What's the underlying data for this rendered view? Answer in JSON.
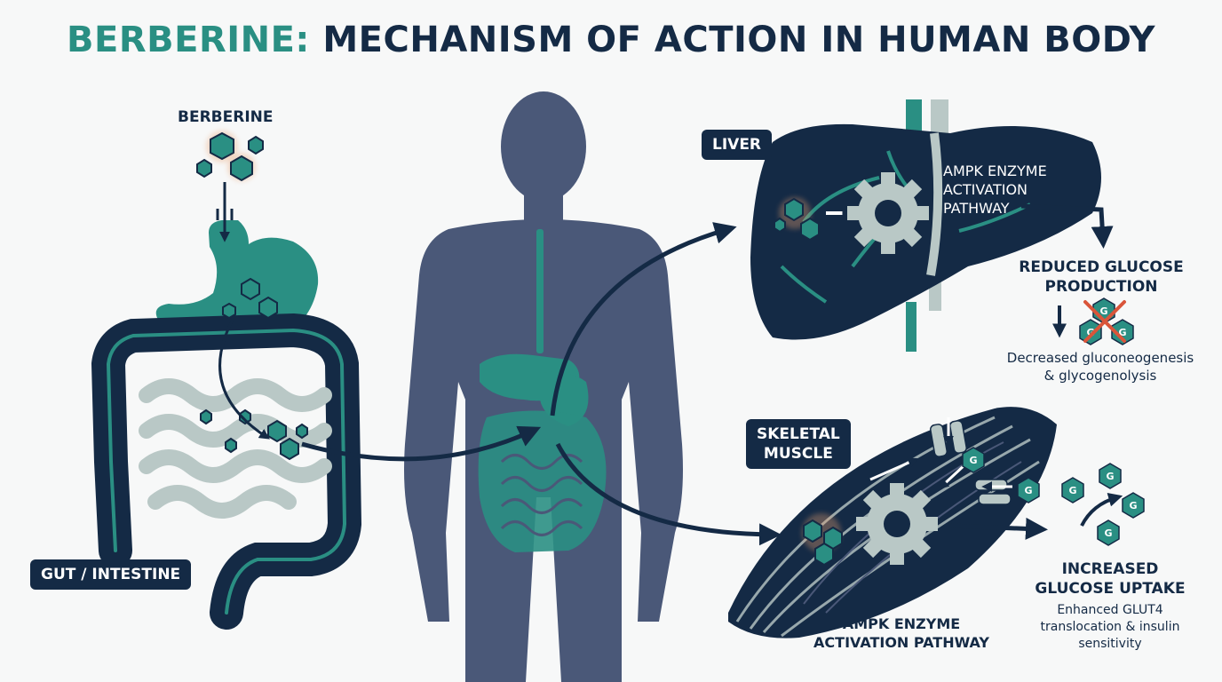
{
  "title": {
    "part1": "BERBERINE:",
    "part2": "MECHANISM OF ACTION IN HUMAN BODY"
  },
  "labels": {
    "berberine": "BERBERINE",
    "gut": "GUT / INTESTINE",
    "liver": "LIVER",
    "skeletal_line1": "SKELETAL",
    "skeletal_line2": "MUSCLE",
    "liver_pathway_line1": "AMPK ENZYME",
    "liver_pathway_line2": "ACTIVATION",
    "liver_pathway_line3": "PATHWAY",
    "reduced_line1": "REDUCED GLUCOSE",
    "reduced_line2": "PRODUCTION",
    "decreased_line1": "Decreased gluconeogenesis",
    "decreased_line2": "& glycogenolysis",
    "muscle_pathway_line1": "AMPK ENZYME",
    "muscle_pathway_line2": "ACTIVATION PATHWAY",
    "increased_line1": "INCREASED",
    "increased_line2": "GLUCOSE UPTAKE",
    "enhanced_line1": "Enhanced GLUT4",
    "enhanced_line2": "translocation & insulin",
    "enhanced_line3": "sensitivity",
    "glucose_letter": "G"
  },
  "colors": {
    "navy": "#142a45",
    "teal": "#2a8f83",
    "body": "#4a5878",
    "light_gray": "#b9c8c6",
    "orange_glow": "#e8a070",
    "red_cross": "#d9553a"
  }
}
